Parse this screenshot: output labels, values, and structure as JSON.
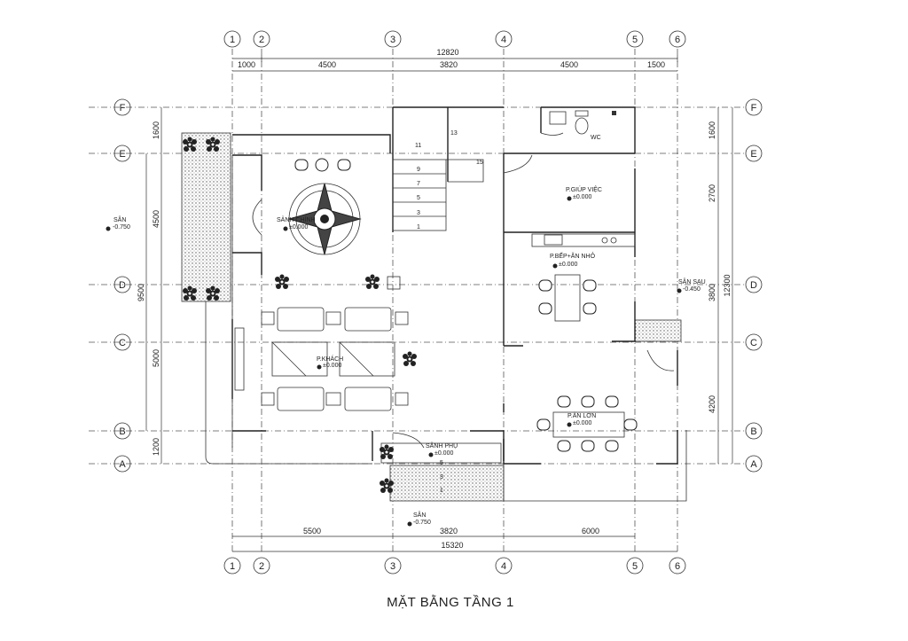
{
  "title": "MẶT BẰNG TẦNG 1",
  "axes": {
    "vertical": [
      "1",
      "2",
      "3",
      "4",
      "5",
      "6"
    ],
    "horizontal": [
      "F",
      "E",
      "D",
      "C",
      "B",
      "A"
    ]
  },
  "dimensions": {
    "top_total": "12820",
    "top": [
      "1000",
      "4500",
      "3820",
      "4500",
      "1500"
    ],
    "bottom": [
      "5500",
      "3820",
      "6000"
    ],
    "bottom_total": "15320",
    "left": [
      "1600",
      "4500",
      "9500",
      "5000",
      "1200"
    ],
    "right": [
      "1600",
      "2700",
      "3800",
      "12300",
      "4200"
    ]
  },
  "rooms": {
    "sanh_chinh": "SẢNH CHÍNH",
    "sanh_chinh_level": "±0.000",
    "khach": "P.KHÁCH",
    "khach_level": "±0.000",
    "sanh_phu": "SẢNH PHỤ",
    "sanh_phu_level": "±0.000",
    "giup_viec": "P.GIÚP VIỆC",
    "giup_viec_level": "±0.000",
    "bep": "P.BẾP+ĂN NHỎ",
    "bep_level": "±0.000",
    "an_lon": "P.ĂN LỚN",
    "an_lon_level": "±0.000",
    "wc": "WC",
    "san_left": "SÂN",
    "san_left_level": "-0.750",
    "san_bottom": "SÂN",
    "san_bottom_level": "-0.750",
    "san_sau": "SÂN SAU",
    "san_sau_level": "-0.450"
  },
  "stairs": [
    "1",
    "3",
    "5",
    "7",
    "9",
    "11",
    "13",
    "15"
  ],
  "stair_entry": [
    "1",
    "3",
    "5"
  ]
}
